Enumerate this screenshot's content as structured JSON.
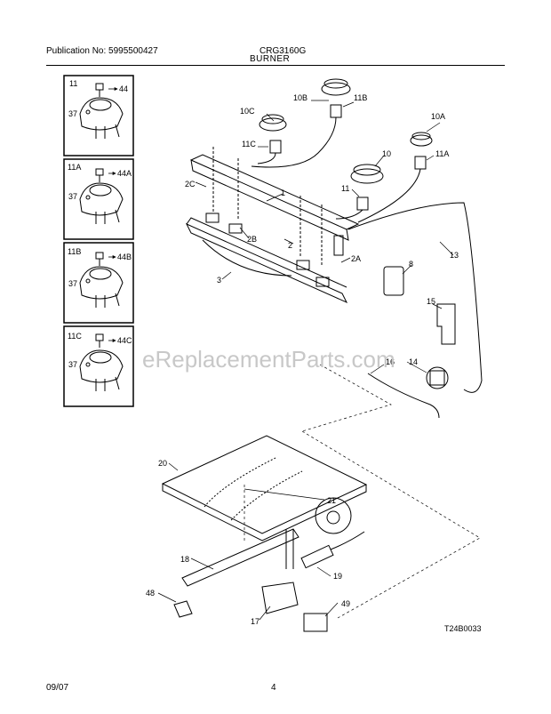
{
  "header": {
    "publication": "Publication No: 5995500427",
    "model": "CRG3160G",
    "section": "BURNER"
  },
  "footer": {
    "date": "09/07",
    "page": "4"
  },
  "watermark": "eReplacementParts.com",
  "drawing_code": "T24B0033",
  "insets": [
    {
      "valve": "11",
      "screw_part": "44",
      "screw": "37"
    },
    {
      "valve": "11A",
      "screw_part": "44A",
      "screw": "37"
    },
    {
      "valve": "11B",
      "screw_part": "44B",
      "screw": "37"
    },
    {
      "valve": "11C",
      "screw_part": "44C",
      "screw": "37"
    }
  ],
  "part_labels": {
    "p10c": "10C",
    "p10b": "10B",
    "p11b": "11B",
    "p10a": "10A",
    "p11c": "11C",
    "p10": "10",
    "p11a": "11A",
    "p11": "11",
    "p2c": "2C",
    "p1": "1",
    "p2b": "2B",
    "p2": "2",
    "p2a": "2A",
    "p13": "13",
    "p8": "8",
    "p3": "3",
    "p15": "15",
    "p16": "16",
    "p14": "14",
    "p20": "20",
    "p21": "21",
    "p18": "18",
    "p19": "19",
    "p48": "48",
    "p17": "17",
    "p49": "49"
  },
  "colors": {
    "line": "#000000",
    "watermark": "#c8c8c8"
  }
}
